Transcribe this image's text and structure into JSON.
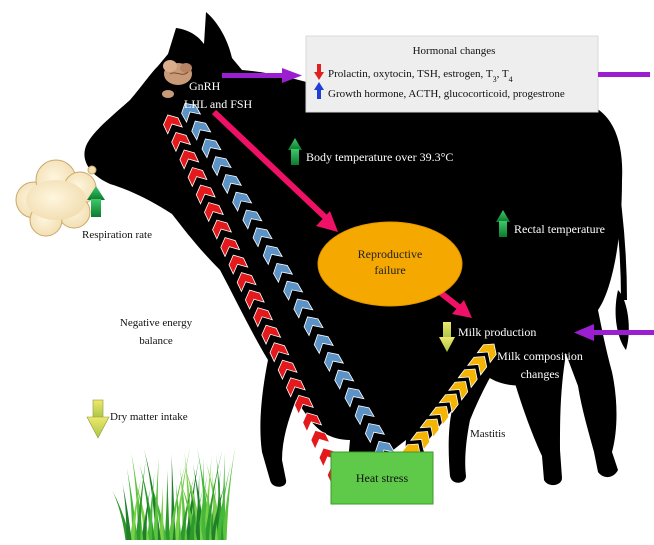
{
  "hormonal_box": {
    "title": "Hormonal changes",
    "decrease_line": "Prolactin, oxytocin, TSH, estrogen, T",
    "decrease_line_sub1": "3",
    "decrease_line_mid": ", T",
    "decrease_line_sub2": "4",
    "increase_line": "Growth hormone, ACTH, glucocorticoid, progestrone"
  },
  "labels": {
    "gnrh": "GnRH",
    "lhl_fsh": "LHL and FSH",
    "body_temp": "Body temperature over 39.3°C",
    "rectal_temp": "Rectal temperature",
    "respiration": "Respiration rate",
    "reproductive_l1": "Reproductive",
    "reproductive_l2": "failure",
    "milk_production": "Milk production",
    "milk_comp_l1": "Milk composition",
    "milk_comp_l2": "changes",
    "neg_energy_l1": "Negative energy",
    "neg_energy_l2": "balance",
    "dry_matter": "Dry matter intake",
    "mastitis": "Mastitis",
    "heat_stress": "Heat stress"
  },
  "colors": {
    "cow": "#000000",
    "ellipse": "#f5a800",
    "heat_box": "#5fc94a",
    "red_arrow": "#e3191b",
    "blue_arrow": "#5b93c7",
    "yellow_arrow": "#f4b400",
    "pink_arrow": "#ee1166",
    "purple_arrow": "#9b1fd0",
    "green_up": "#1e9e46",
    "hormone_box": "#eeeeee"
  },
  "icons": [
    "brain-icon",
    "cloud-icon",
    "grass-icon",
    "up-arrow-icon",
    "down-arrow-icon"
  ]
}
